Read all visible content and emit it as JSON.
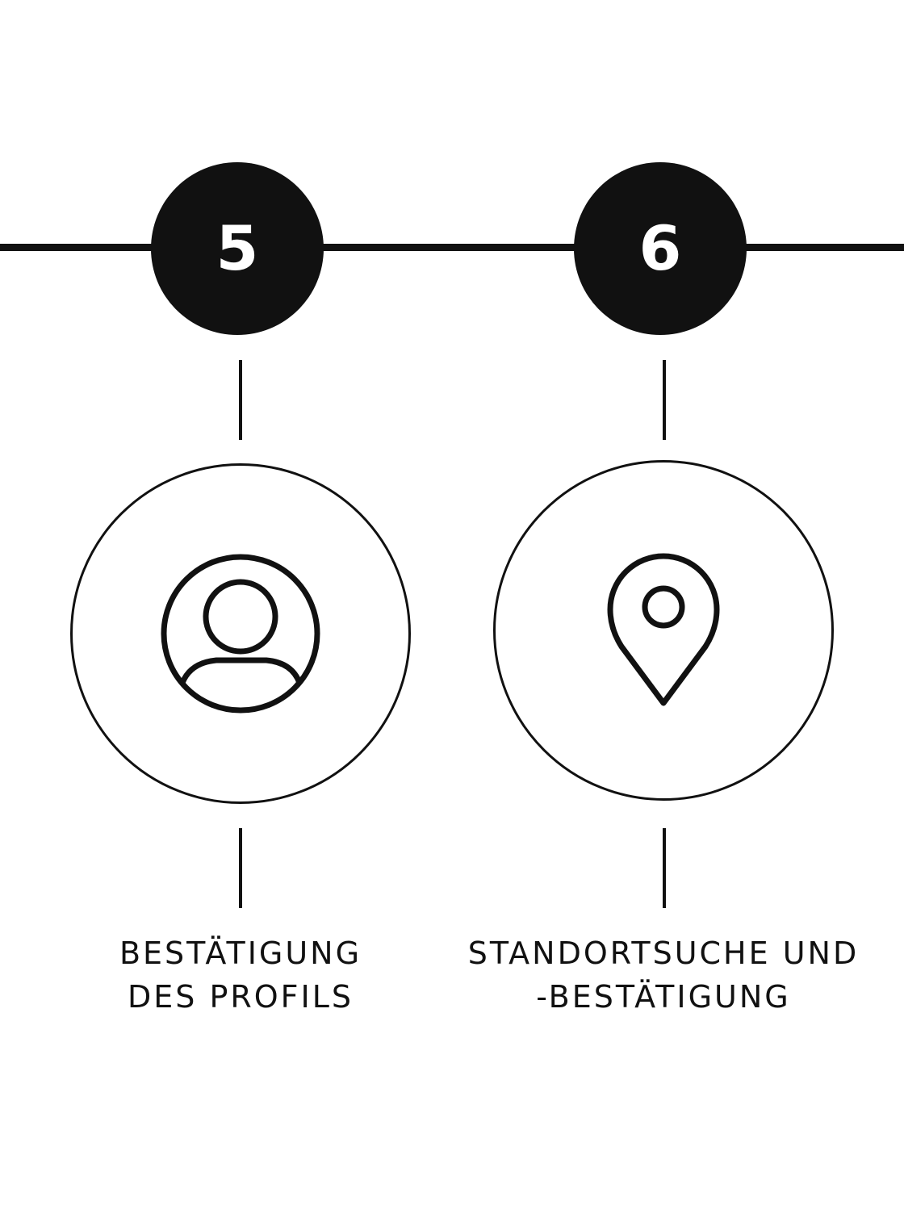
{
  "steps": [
    {
      "number": "5",
      "icon": "user-profile-icon",
      "label_lines": [
        "BESTÄTIGUNG",
        "DES PROFILS"
      ]
    },
    {
      "number": "6",
      "icon": "location-pin-icon",
      "label_lines": [
        "STANDORTSUCHE UND",
        "-BESTÄTIGUNG"
      ]
    }
  ],
  "colors": {
    "foreground": "#111111",
    "background": "#ffffff",
    "number_text": "#ffffff"
  }
}
